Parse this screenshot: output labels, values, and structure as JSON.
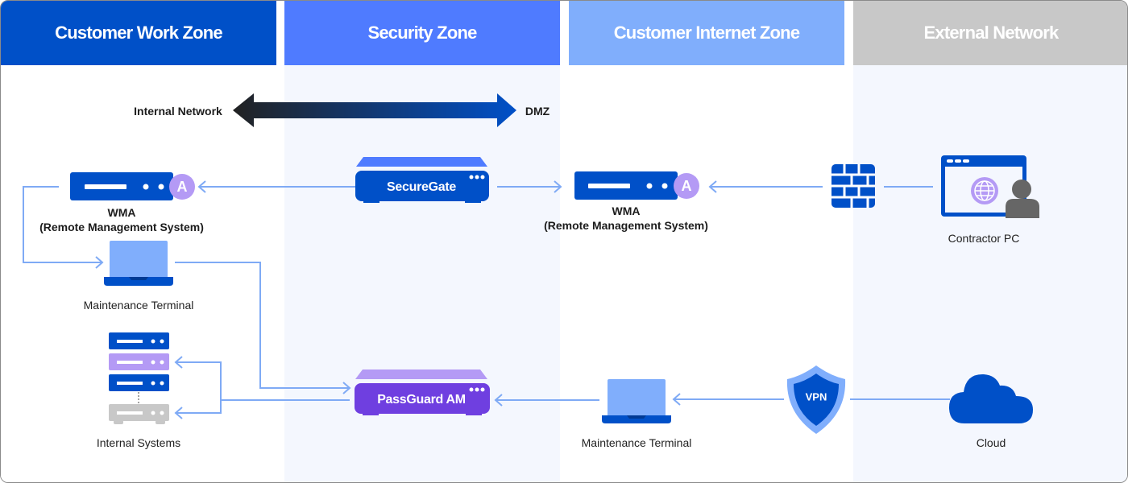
{
  "zones": [
    {
      "id": "customer-work",
      "label": "Customer Work Zone",
      "header_color": "#0050c8",
      "body_color": "#ffffff"
    },
    {
      "id": "security",
      "label": "Security Zone",
      "header_color": "#4f7bff",
      "body_color": "#f4f7fe"
    },
    {
      "id": "customer-internet",
      "label": "Customer Internet Zone",
      "header_color": "#80aefc",
      "body_color": "#ffffff"
    },
    {
      "id": "external",
      "label": "External Network",
      "header_color": "#c8c8c8",
      "body_color": "#f4f7fe"
    }
  ],
  "network_arrow": {
    "left_label": "Internal Network",
    "right_label": "DMZ",
    "gradient_start": "#222222",
    "gradient_end": "#0050c8"
  },
  "nodes": {
    "wma_internal": {
      "title": "WMA",
      "subtitle": "(Remote Management System)",
      "badge": "A"
    },
    "securegate": {
      "label": "SecureGate"
    },
    "wma_dmz": {
      "title": "WMA",
      "subtitle": "(Remote Management System)",
      "badge": "A"
    },
    "firewall": {
      "icon": "firewall-brick-icon"
    },
    "contractor_pc": {
      "label": "Contractor PC"
    },
    "maintenance_internal": {
      "label": "Maintenance Terminal"
    },
    "internal_systems": {
      "label": "Internal Systems"
    },
    "passguard": {
      "label": "PassGuard AM"
    },
    "maintenance_dmz": {
      "label": "Maintenance Terminal"
    },
    "vpn": {
      "label": "VPN"
    },
    "cloud": {
      "label": "Cloud"
    }
  },
  "colors": {
    "primary_blue": "#0050c8",
    "light_blue": "#80aefc",
    "connector": "#7faaf5",
    "purple": "#6f3fe0",
    "light_purple": "#b49af5",
    "gray": "#c8c8c8",
    "person_gray": "#666666"
  }
}
